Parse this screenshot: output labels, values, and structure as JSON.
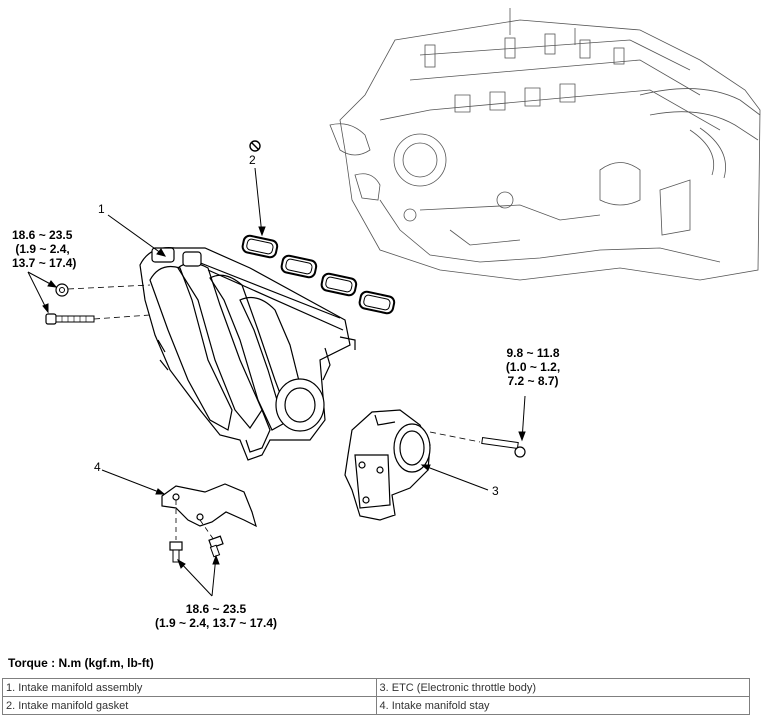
{
  "callouts": {
    "c1": "1",
    "c2": "2",
    "c3": "3",
    "c4": "4"
  },
  "torques": {
    "manifold_bolts": "18.6 ~ 23.5\n (1.9 ~ 2.4,\n13.7 ~ 17.4)",
    "etc_bolt": "9.8 ~ 11.8\n(1.0 ~ 1.2,\n7.2 ~ 8.7)",
    "stay_bolts": "18.6 ~ 23.5\n(1.9 ~ 2.4, 13.7 ~ 17.4)"
  },
  "torque_unit": "Torque : N.m (kgf.m, lb-ft)",
  "legend": [
    [
      "1. Intake manifold assembly",
      "3. ETC (Electronic throttle body)"
    ],
    [
      "2. Intake manifold gasket",
      "4. Intake manifold stay"
    ]
  ],
  "icons": {
    "reuse": "do-not-reuse-icon"
  }
}
